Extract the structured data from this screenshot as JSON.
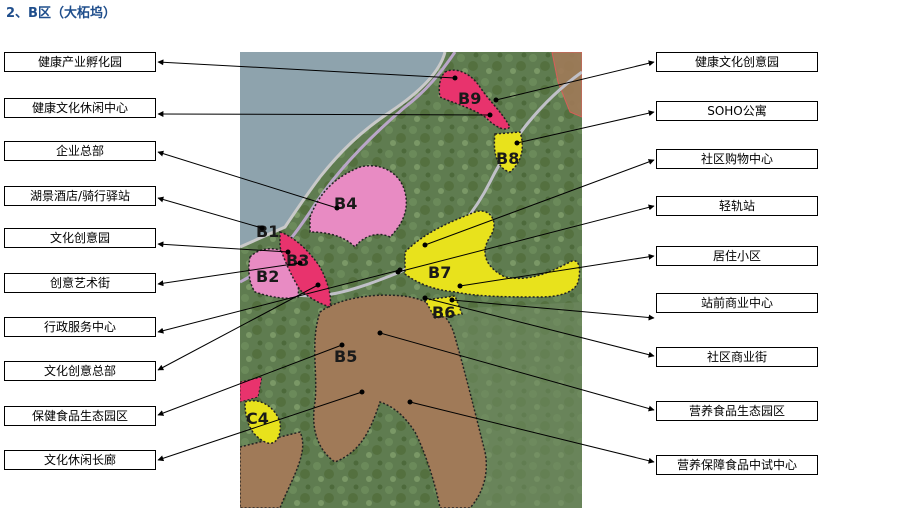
{
  "title": "2、B区（大柘坞）",
  "left_labels": [
    "健康产业孵化园",
    "健康文化休闲中心",
    "企业总部",
    "湖景酒店/骑行驿站",
    "文化创意园",
    "创意艺术街",
    "行政服务中心",
    "文化创意总部",
    "保健食品生态园区",
    "文化休闲长廊"
  ],
  "right_labels": [
    "健康文化创意园",
    "SOHO公寓",
    "社区购物中心",
    "轻轨站",
    "居住小区",
    "站前商业中心",
    "社区商业街",
    "营养食品生态园区",
    "营养保障食品中试中心"
  ],
  "zones": [
    "B9",
    "B8",
    "B4",
    "B1",
    "B3",
    "B2",
    "B7",
    "B6",
    "B5",
    "C4"
  ],
  "colors": {
    "title": "#1f4e8c",
    "magenta": "#e8336d",
    "pink": "#e88bc3",
    "yellow": "#e8e21c",
    "brown": "#a07a58",
    "water": "#8aa0ab",
    "forest": "#5d7a4e"
  }
}
